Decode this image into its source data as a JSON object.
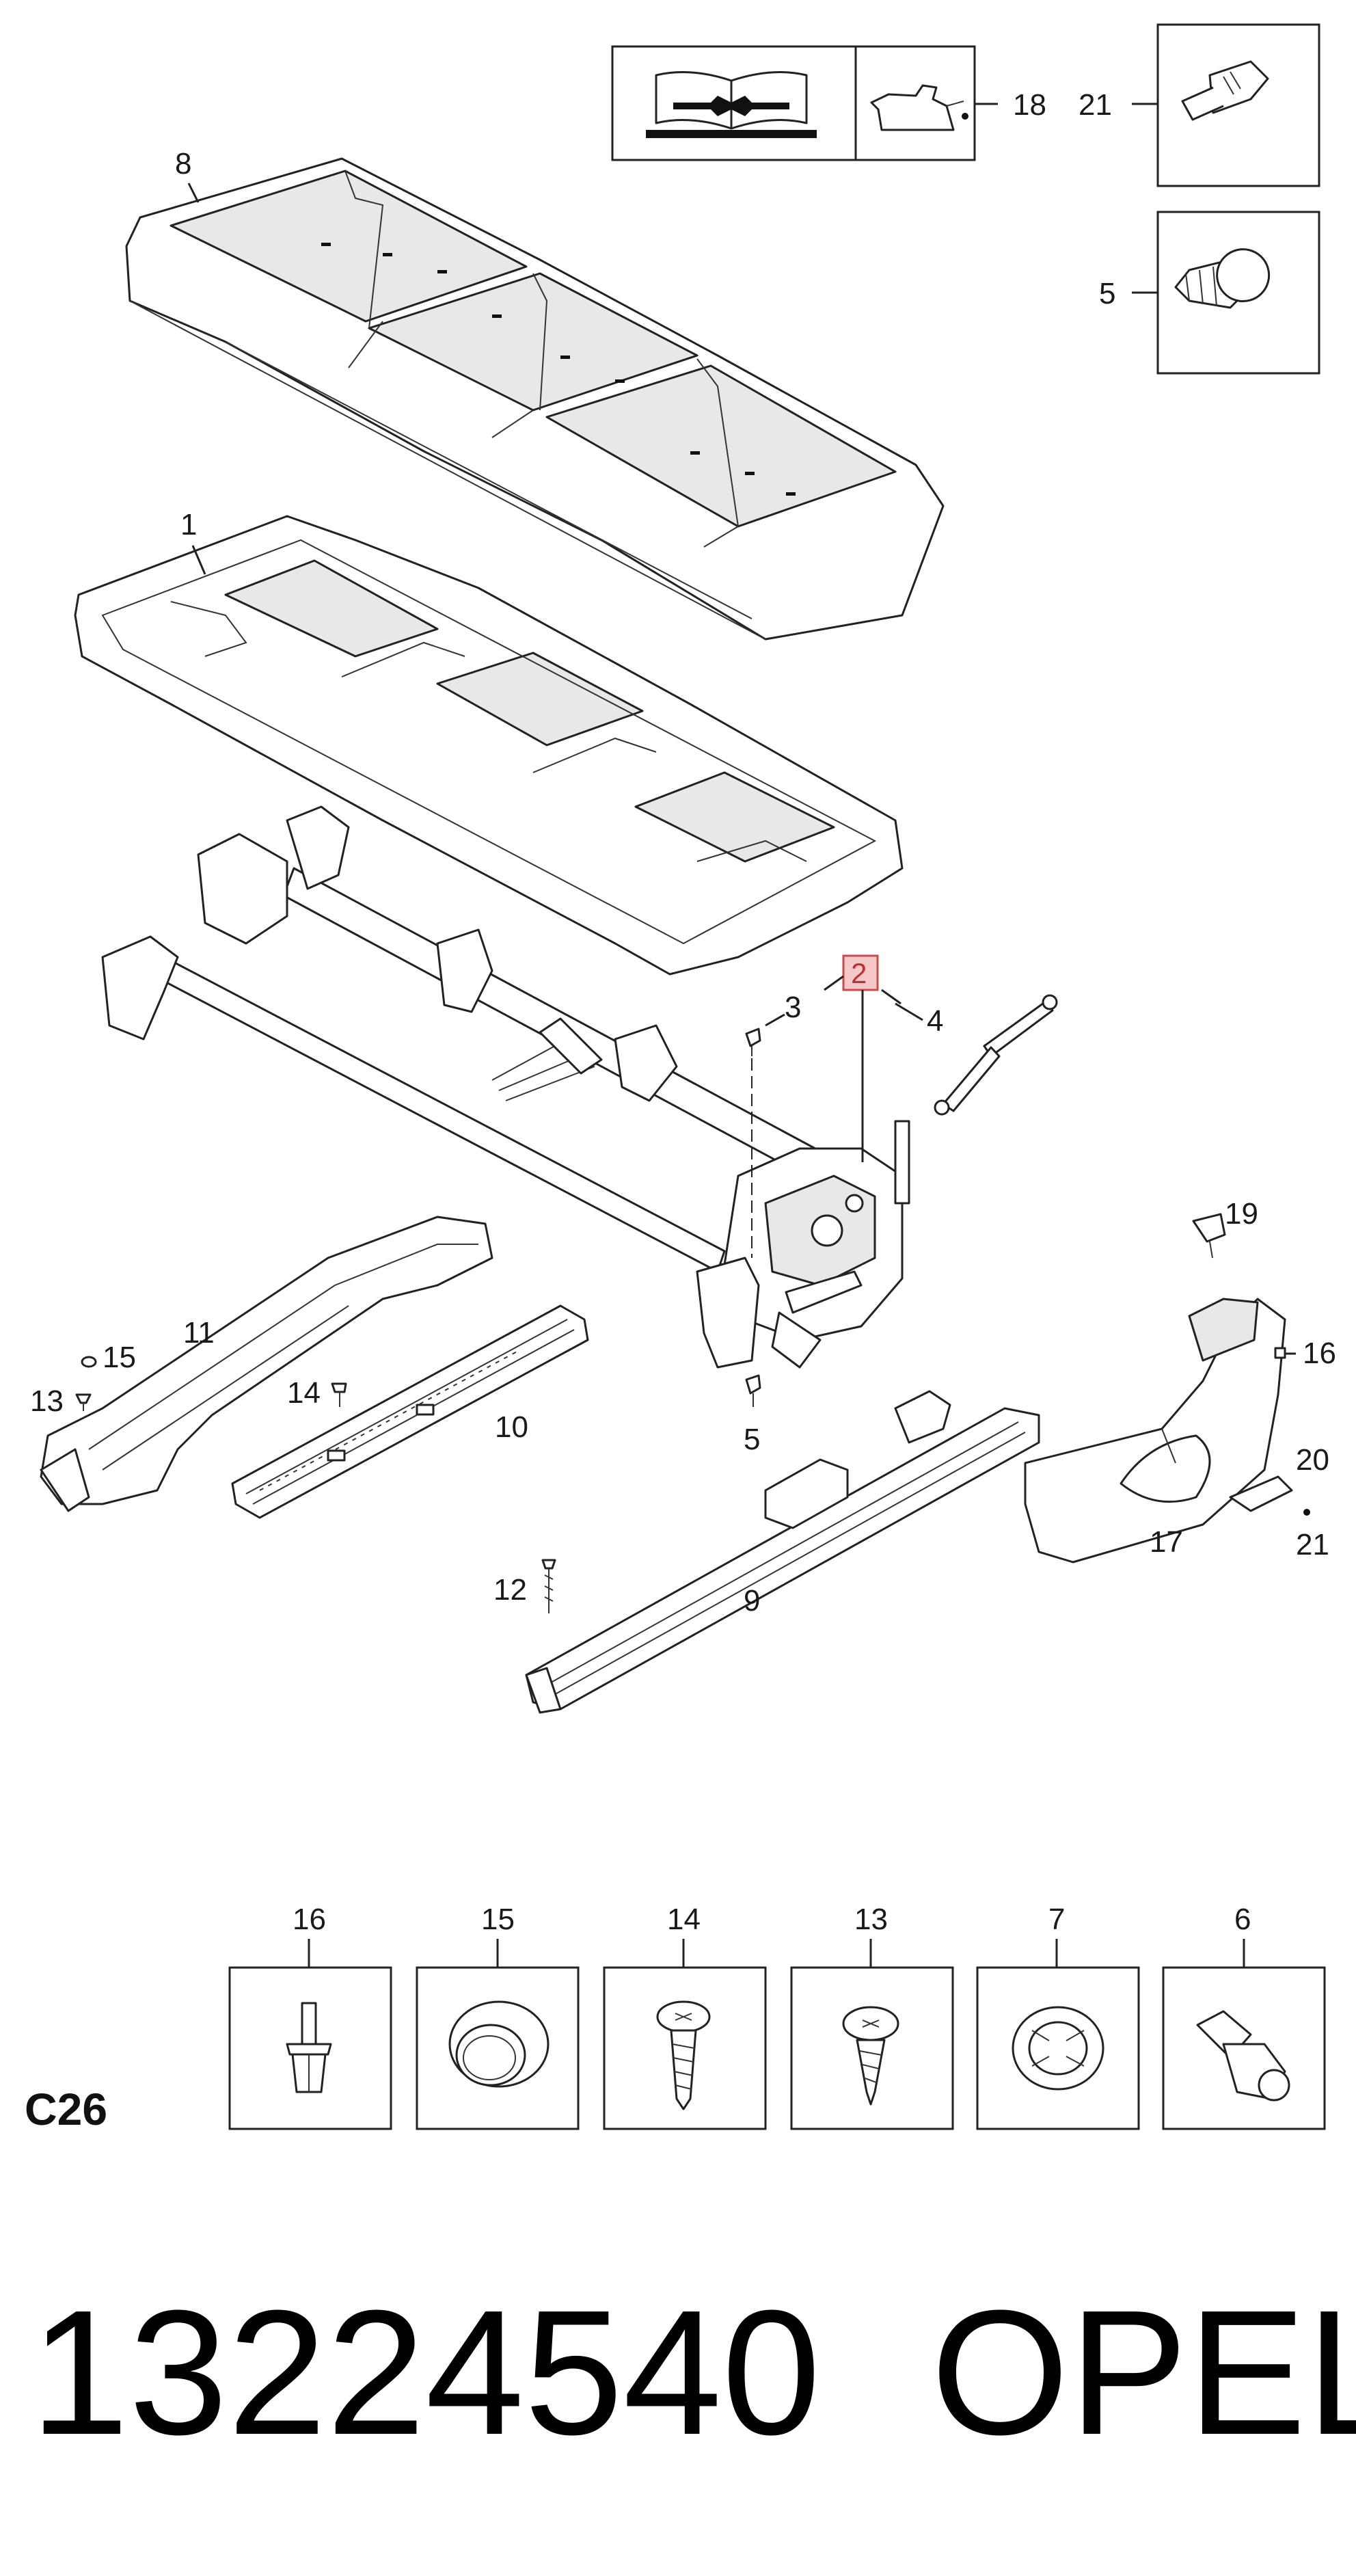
{
  "diagram": {
    "section_code": "C26",
    "part_number": "13224540",
    "brand": "OPEL",
    "highlighted_label": "2",
    "callouts": {
      "c1": "1",
      "c2": "2",
      "c3": "3",
      "c4": "4",
      "c5a": "5",
      "c5b": "5",
      "c8": "8",
      "c9": "9",
      "c10": "10",
      "c11": "11",
      "c12": "12",
      "c13": "13",
      "c14": "14",
      "c15": "15",
      "c16": "16",
      "c17": "17",
      "c18": "18",
      "c19": "19",
      "c20": "20",
      "c21a": "21",
      "c21b": "21"
    },
    "fastener_row": [
      "16",
      "15",
      "14",
      "13",
      "7",
      "6"
    ],
    "colors": {
      "highlight_fill": "#f5c9c9",
      "highlight_stroke": "#d04848",
      "line": "#222222"
    }
  }
}
